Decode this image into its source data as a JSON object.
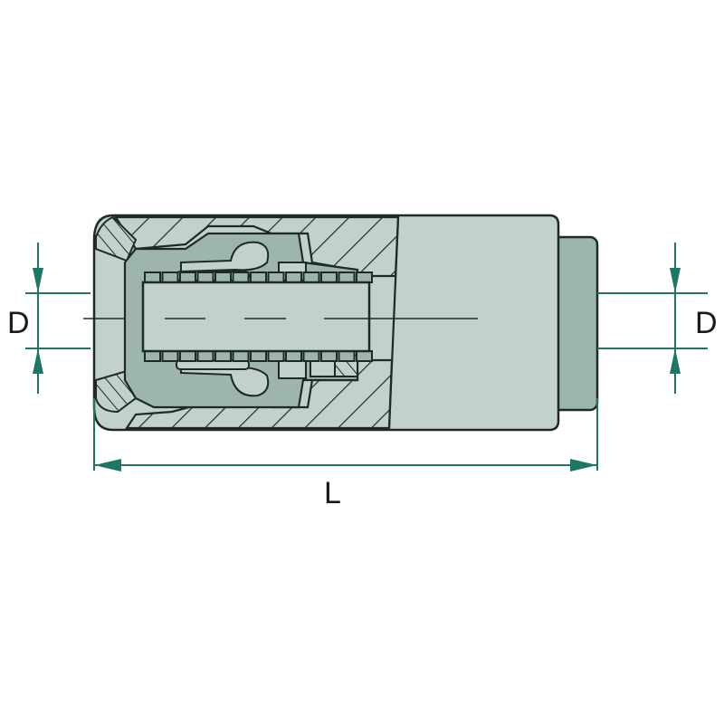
{
  "diagram": {
    "dimension_labels": {
      "diameter_left": "D",
      "diameter_right": "D",
      "length": "L"
    },
    "colors": {
      "body_light": "#c3d1cd",
      "body_mid": "#9db5ae",
      "outline": "#1e2a27",
      "dimension": "#1f7566"
    }
  }
}
